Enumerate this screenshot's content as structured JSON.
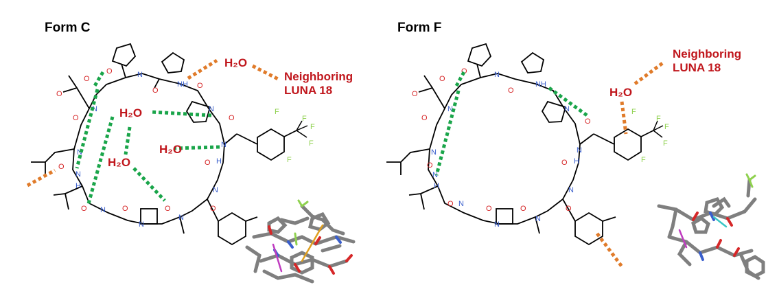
{
  "panels": [
    {
      "title": "Form C"
    },
    {
      "title": "Form F"
    }
  ],
  "labels": {
    "water": "H₂O",
    "neighbor_line1": "Neighboring",
    "neighbor_line2": "LUNA 18"
  },
  "atoms": {
    "O": "O",
    "N": "N",
    "NH": "NH",
    "H": "H",
    "F": "F"
  },
  "colors": {
    "hbond_intra": "#1aa54a",
    "hbond_water": "#e07b2a",
    "label_red": "#c0161c",
    "oxygen": "#d62728",
    "nitrogen": "#3a5fcd",
    "fluorine": "#8fd14f",
    "bond": "#000000",
    "stick": "#7f7f7f"
  }
}
